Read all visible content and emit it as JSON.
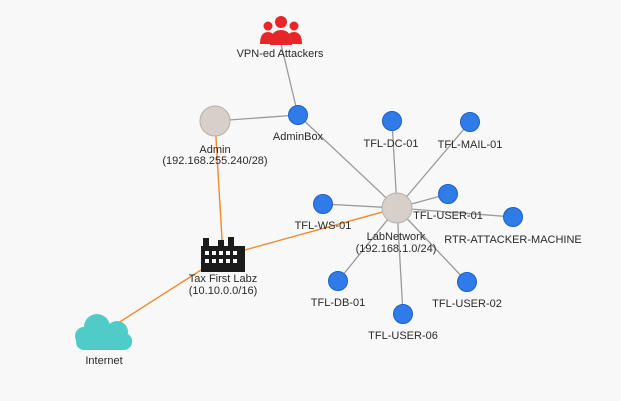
{
  "diagram": {
    "type": "network-topology",
    "colors": {
      "background": "#f8f8f8",
      "host_node": "#2f7be8",
      "network_node": "#d6cfca",
      "gray_link": "#9a9a9a",
      "orange_link": "#f08a2c",
      "attackers_icon": "#e8262a",
      "internet_cloud": "#4fcbc8",
      "building_icon": "#1b1b1b"
    },
    "nodes": {
      "attackers": {
        "label": "VPN-ed Attackers",
        "icon": "users-icon"
      },
      "adminbox": {
        "label": "AdminBox"
      },
      "admin": {
        "label": "Admin",
        "sublabel": "(192.168.255.240/28)"
      },
      "labnetwork": {
        "label": "LabNetwork",
        "sublabel": "(192.168.1.0/24)"
      },
      "taxfirst": {
        "label": "Tax First Labz",
        "sublabel": "(10.10.0.0/16)",
        "icon": "building-icon"
      },
      "internet": {
        "label": "Internet",
        "icon": "cloud-icon"
      },
      "tfl_dc_01": {
        "label": "TFL-DC-01"
      },
      "tfl_mail_01": {
        "label": "TFL-MAIL-01"
      },
      "tfl_ws_01": {
        "label": "TFL-WS-01"
      },
      "tfl_user_01": {
        "label": "TFL-USER-01"
      },
      "rtr_attacker": {
        "label": "RTR-ATTACKER-MACHINE"
      },
      "tfl_db_01": {
        "label": "TFL-DB-01"
      },
      "tfl_user_02": {
        "label": "TFL-USER-02"
      },
      "tfl_user_06": {
        "label": "TFL-USER-06"
      }
    }
  }
}
